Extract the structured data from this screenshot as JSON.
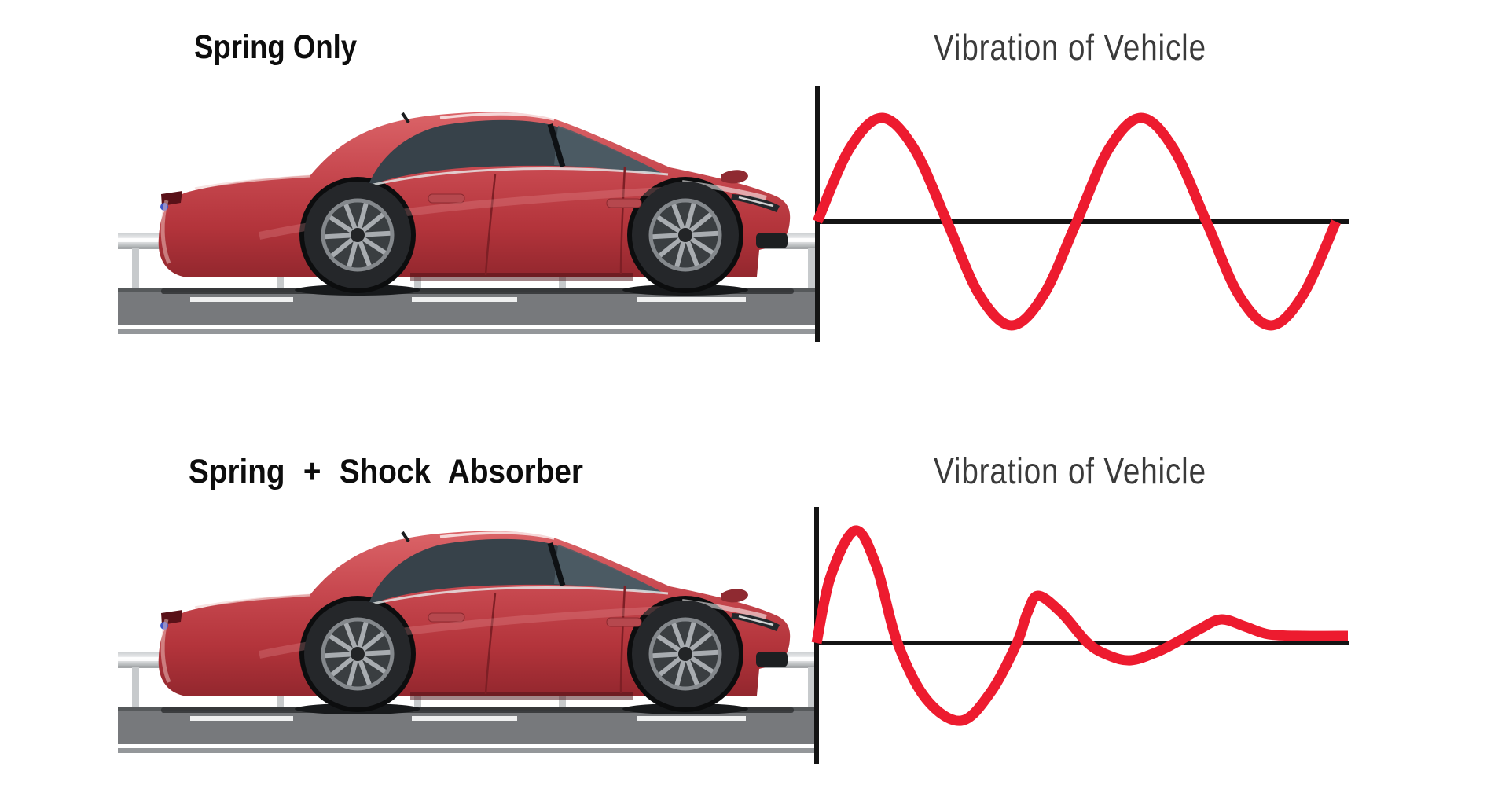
{
  "page": {
    "background": "#ffffff",
    "accent_red": "#ED1B2F",
    "axis_black": "#141414",
    "car_red": "#C04046",
    "road_gray": "#77797C",
    "guardrail_gray": "#D8DADC"
  },
  "panels": [
    {
      "label": "Spring Only",
      "chart_title": "Vibration of Vehicle",
      "illustration": "red sedan side view on road with guardrail"
    },
    {
      "label": "Spring + Shock Absorber",
      "chart_title": "Vibration of Vehicle",
      "illustration": "red sedan side view on road with guardrail"
    }
  ],
  "chart_data": [
    {
      "type": "line",
      "title": "Vibration of Vehicle",
      "behavior": "undamped sustained oscillation, 2 full cycles",
      "line_color": "#ED1B2F",
      "axis_color": "#141414",
      "line_width": 13,
      "axis_width": 6,
      "layout": {
        "origin_x": 1040,
        "axis_y": 282,
        "x_end": 1716,
        "y_top": 110,
        "y_bottom": 435
      },
      "series": [
        {
          "name": "vehicle displacement (spring only)",
          "points": [
            [
              0,
              0
            ],
            [
              41,
              93
            ],
            [
              82,
              132
            ],
            [
              123,
              93
            ],
            [
              165,
              0
            ],
            [
              206,
              -93
            ],
            [
              247,
              -132
            ],
            [
              288,
              -93
            ],
            [
              330,
              0
            ],
            [
              371,
              93
            ],
            [
              412,
              132
            ],
            [
              453,
              93
            ],
            [
              495,
              0
            ],
            [
              536,
              -93
            ],
            [
              577,
              -132
            ],
            [
              618,
              -93
            ],
            [
              660,
              0
            ]
          ]
        }
      ]
    },
    {
      "type": "line",
      "title": "Vibration of Vehicle",
      "behavior": "damped oscillation settling toward rest",
      "line_color": "#ED1B2F",
      "axis_color": "#141414",
      "line_width": 13,
      "axis_width": 6,
      "layout": {
        "origin_x": 1039,
        "axis_y": 818,
        "x_end": 1716,
        "y_top": 645,
        "y_bottom": 972
      },
      "series": [
        {
          "name": "vehicle displacement (spring + shock absorber)",
          "points": [
            [
              0,
              0
            ],
            [
              18,
              85
            ],
            [
              49,
              143
            ],
            [
              76,
              98
            ],
            [
              103,
              0
            ],
            [
              140,
              -72
            ],
            [
              184,
              -99
            ],
            [
              222,
              -62
            ],
            [
              255,
              0
            ],
            [
              268,
              38
            ],
            [
              282,
              60
            ],
            [
              312,
              38
            ],
            [
              345,
              0
            ],
            [
              372,
              -16
            ],
            [
              400,
              -22
            ],
            [
              432,
              -12
            ],
            [
              460,
              2
            ],
            [
              488,
              18
            ],
            [
              515,
              30
            ],
            [
              545,
              21
            ],
            [
              575,
              11
            ],
            [
              620,
              9
            ],
            [
              676,
              9
            ]
          ]
        }
      ]
    }
  ]
}
